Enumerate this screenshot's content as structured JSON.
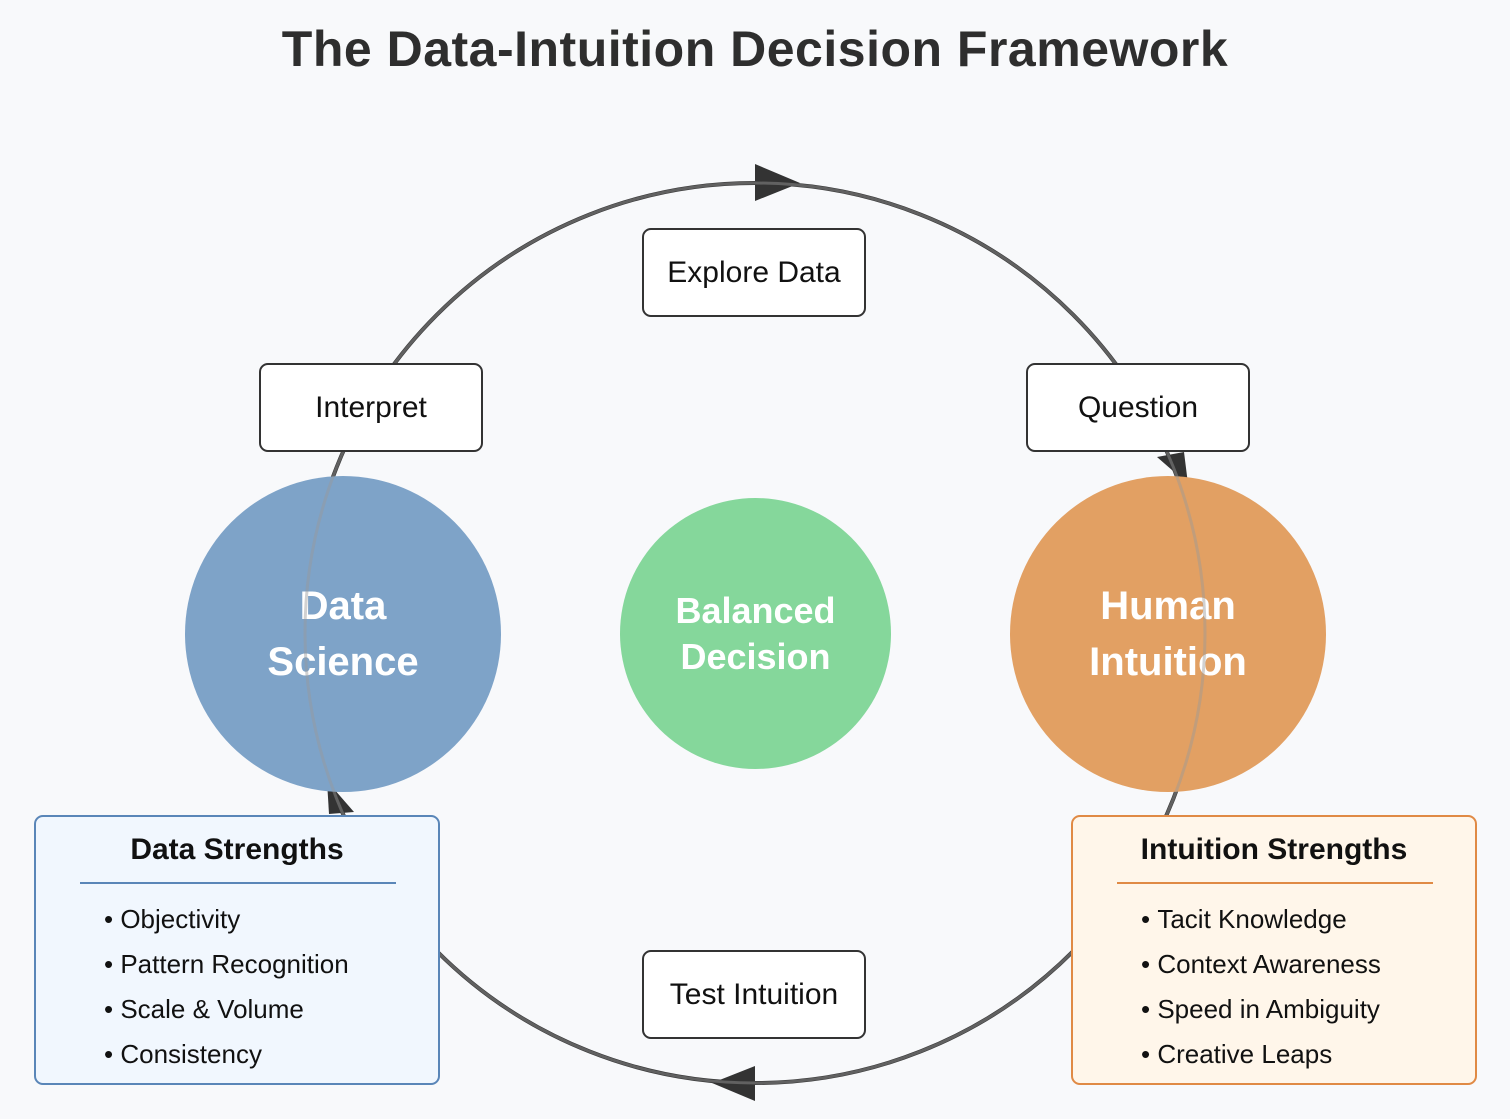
{
  "title": "The Data-Intuition Decision Framework",
  "cycle_steps": [
    {
      "label": "Explore Data"
    },
    {
      "label": "Question"
    },
    {
      "label": "Test Intuition"
    },
    {
      "label": "Interpret"
    }
  ],
  "circles": {
    "data_science": {
      "line1": "Data",
      "line2": "Science",
      "color": "#7ea3c8"
    },
    "balanced": {
      "line1": "Balanced",
      "line2": "Decision",
      "color": "#85d79b"
    },
    "human_intuition": {
      "line1": "Human",
      "line2": "Intuition",
      "color": "#e2a063"
    }
  },
  "data_strengths": {
    "title": "Data Strengths",
    "items": [
      "Objectivity",
      "Pattern Recognition",
      "Scale & Volume",
      "Consistency"
    ],
    "accent": "#5a86b8",
    "background": "#f1f7fe"
  },
  "intuition_strengths": {
    "title": "Intuition Strengths",
    "items": [
      "Tacit Knowledge",
      "Context Awareness",
      "Speed in Ambiguity",
      "Creative Leaps"
    ],
    "accent": "#e08a45",
    "background": "#fff6ea"
  },
  "cycle_color": "#333333"
}
